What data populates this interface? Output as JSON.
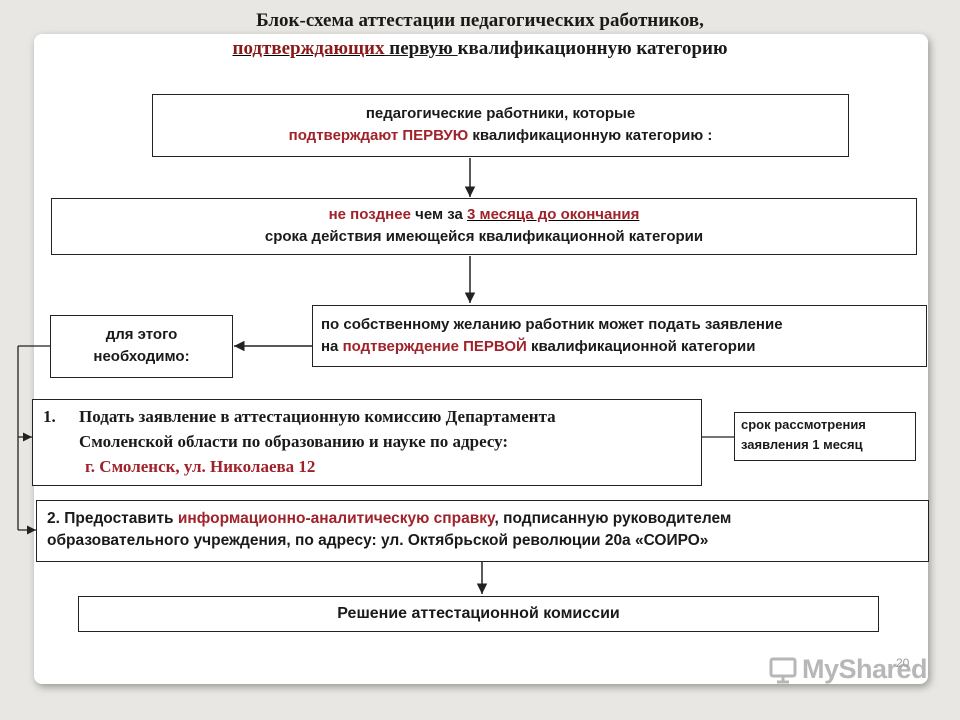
{
  "title": {
    "line1": "Блок-схема аттестации педагогических работников,",
    "line2_part1": "подтверждающих",
    "line2_part2": " первую ",
    "line2_part3": "квалификационную категорию"
  },
  "box_top": {
    "line1": "педагогические работники, которые",
    "line2_red": "подтверждают  ПЕРВУЮ",
    "line2_rest": " квалификационную категорию :"
  },
  "box_deadline": {
    "red1": "не позднее",
    "text1": " чем за ",
    "red2": "3 месяца до окончания",
    "line2": "срока действия имеющейся квалификационной категории"
  },
  "box_wish": {
    "line1": "по собственному желанию работник  может подать заявление",
    "line2_pre": "на ",
    "line2_red": "подтверждение ПЕРВОЙ",
    "line2_rest": "  квалификационной категории"
  },
  "box_need": {
    "line1": "для  этого",
    "line2": "необходимо:"
  },
  "box_step1": {
    "num": "1.",
    "line1": "Подать заявление в аттестационную комиссию Департамента",
    "line2": "Смоленской области по образованию и науке по адресу:",
    "line3_red": "г. Смоленск, ул. Николаева 12"
  },
  "box_term": {
    "line1": "срок рассмотрения",
    "line2": "заявления 1 месяц"
  },
  "box_step2": {
    "pre": "2. Предоставить ",
    "red": "информационно-аналитическую справку",
    "rest": ", подписанную руководителем",
    "line2": "образовательного учреждения, по адресу: ул. Октябрьской революции 20а «СОИРО»"
  },
  "box_decision": {
    "text": "Решение аттестационной комиссии"
  },
  "watermark": {
    "text": "MyShared"
  },
  "page_number": "20",
  "colors": {
    "accent_red": "#a0222a",
    "border": "#222222",
    "background": "#e9e7e3"
  }
}
